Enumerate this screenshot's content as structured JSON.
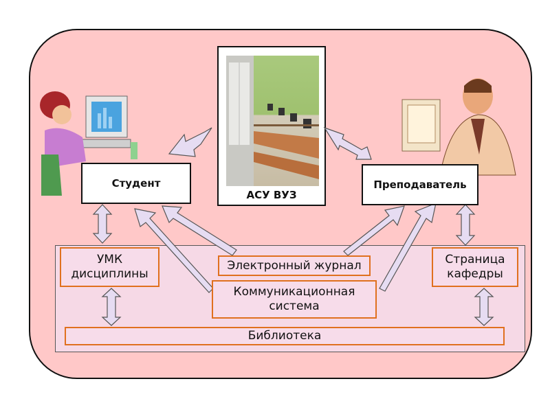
{
  "nodes": {
    "student": "Студент",
    "asu_caption": "АСУ ВУЗ",
    "teacher": "Преподаватель",
    "umk": "УМК дисциплины",
    "ejournal": "Электронный журнал",
    "comm": "Коммуникационная система",
    "dept_page": "Страница кафедры",
    "library": "Библиотека"
  },
  "colors": {
    "panel": "#ffc8c8",
    "box_border": "#e0701e",
    "arrow_fill": "#e6dcf2",
    "base": "#f6d9e6"
  },
  "icons": {
    "student": "student-at-computer-icon",
    "teacher": "teacher-at-computer-icon",
    "classroom": "computer-classroom-photo"
  }
}
